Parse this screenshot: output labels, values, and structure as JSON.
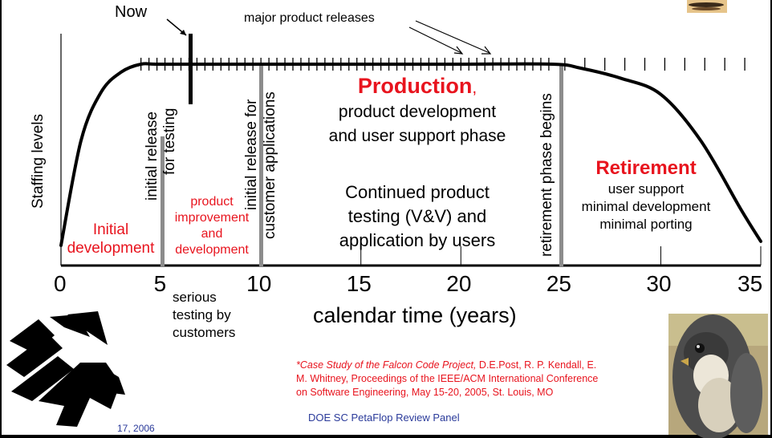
{
  "now_label": "Now",
  "releases_label": "major product releases",
  "y_axis_label": "Staffing levels",
  "x_axis_label": "calendar time (years)",
  "x_ticks": [
    "0",
    "5",
    "10",
    "15",
    "20",
    "25",
    "30",
    "35"
  ],
  "phases": {
    "initial": {
      "line1": "Initial",
      "line2": "development"
    },
    "improvement": {
      "line1": "product",
      "line2": "improvement",
      "line3": "and",
      "line4": "development"
    },
    "production": {
      "title": "Production",
      "comma": ",",
      "line2": "product development",
      "line3": "and user support phase"
    },
    "continued": {
      "line1": "Continued product",
      "line2": "testing  (V&V) and",
      "line3": "application by users"
    },
    "retirement": {
      "title": "Retirement",
      "line2": "user support",
      "line3": "minimal development",
      "line4": "minimal porting"
    }
  },
  "markers": {
    "release_testing": {
      "line1": "initial release",
      "line2": "for testing"
    },
    "release_customer": {
      "line1": "initial release for",
      "line2": "customer applications"
    },
    "retirement_begins": "retirement phase begins"
  },
  "serious_testing": {
    "line1": "serious",
    "line2": "testing by",
    "line3": "customers"
  },
  "citation": {
    "italic": "*Case Study of the Falcon Code Project,",
    "line1_rest": " D.E.Post, R. P. Kendall, E.",
    "line2": "M. Whitney, Proceedings of the IEEE/ACM International Conference",
    "line3": "on Software Engineering, May 15-20, 2005, St. Louis, MO"
  },
  "footer_center": "DOE SC PetaFlop Review Panel",
  "footer_date": "17, 2006",
  "chart_data": {
    "type": "line",
    "xlabel": "calendar time (years)",
    "ylabel": "Staffing levels",
    "xlim": [
      0,
      35
    ],
    "x_ticks": [
      0,
      5,
      10,
      15,
      20,
      25,
      30,
      35
    ],
    "series": [
      {
        "x": [
          0,
          1,
          2,
          3,
          4,
          5,
          10,
          15,
          20,
          24.6,
          26,
          28,
          30,
          32,
          34,
          35
        ],
        "y": [
          0.1,
          0.62,
          0.86,
          0.96,
          1.0,
          1.0,
          1.0,
          1.0,
          1.0,
          1.0,
          0.98,
          0.93,
          0.85,
          0.62,
          0.28,
          0.12
        ]
      }
    ],
    "phase_boundaries": [
      5,
      10,
      24.6
    ],
    "now_year": 6.5,
    "release_years": [
      20,
      21.5
    ]
  }
}
